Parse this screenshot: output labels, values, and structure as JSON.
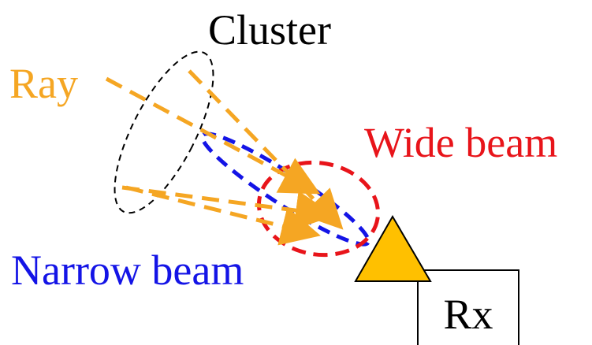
{
  "labels": {
    "cluster": "Cluster",
    "ray": "Ray",
    "wide_beam": "Wide beam",
    "narrow_beam": "Narrow beam",
    "rx": "Rx"
  },
  "colors": {
    "ray": "#F5A623",
    "wide_beam": "#E8141A",
    "narrow_beam": "#1414E6",
    "cluster_outline": "#000000",
    "rx_triangle": "#FFC000",
    "text_black": "#000000"
  }
}
